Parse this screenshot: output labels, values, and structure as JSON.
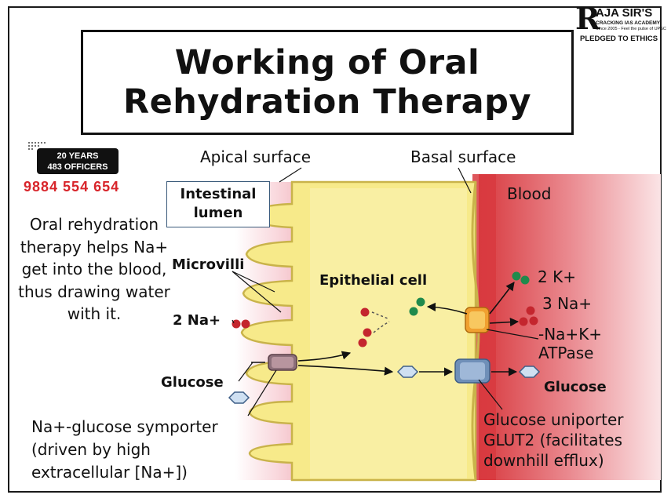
{
  "title": {
    "line1": "Working of Oral",
    "line2": "Rehydration Therapy"
  },
  "logo": {
    "initial": "R",
    "name": "AJA SIR'S",
    "tagline": "CRACKING IAS ACADEMY",
    "subtagline": "Since 2005 - Feel the pulse of UPSC",
    "motto": "PLEDGED TO ETHICS"
  },
  "badge": {
    "line1": "20 YEARS",
    "line2": "483 OFFICERS"
  },
  "phone": "9884 554 654",
  "side_text": "Oral rehydration therapy helps Na+ get into the blood, thus drawing water with it.",
  "labels": {
    "apical_surface": "Apical surface",
    "basal_surface": "Basal surface",
    "blood": "Blood",
    "intestinal_lumen_line1": "Intestinal",
    "intestinal_lumen_line2": "lumen",
    "microvilli": "Microvilli",
    "epithelial_cell": "Epithelial cell",
    "two_na_left": "2 Na+",
    "glucose_left": "Glucose",
    "two_k": "2 K+",
    "three_na": "3 Na+",
    "atpase_line1": "-Na+K+",
    "atpase_line2": "ATPase",
    "glucose_right": "Glucose",
    "symporter_line1": "Na+-glucose symporter",
    "symporter_line2": "(driven by high",
    "symporter_line3": "extracellular [Na+])",
    "uniporter_line1": "Glucose uniporter",
    "uniporter_line2": "GLUT2 (facilitates",
    "uniporter_line3": "downhill efflux)"
  },
  "colors": {
    "cell_yellow": "#f7ea8a",
    "cell_outline": "#c9b34a",
    "lumen_pink": "#f6c9cf",
    "blood_red": "#d83a3f",
    "sodium_red": "#c4262e",
    "potassium_green": "#1f8a4c",
    "glucose_blue": "#cfe0f2",
    "phone_red": "#d8252b"
  }
}
